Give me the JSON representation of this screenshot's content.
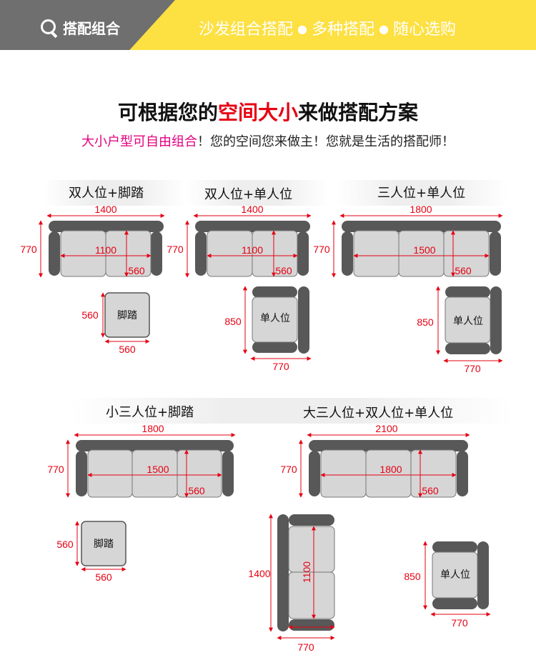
{
  "banner": {
    "left_title": "搭配组合",
    "slogan_1": "沙发组合搭配",
    "slogan_2": "多种搭配",
    "slogan_3": "随心选购",
    "colors": {
      "yellow": "#fde042",
      "gray": "#6f6f6f"
    }
  },
  "heading": {
    "title_part1": "可根据您的",
    "title_red": "空间大小",
    "title_part2": "来做搭配方案",
    "subtitle_pink": "大小户型可自由组合",
    "subtitle_rest": "！您的空间您来做主！您就是生活的搭配师！"
  },
  "combos": [
    {
      "title": "双人位+脚踏"
    },
    {
      "title": "双人位+单人位"
    },
    {
      "title": "三人位+单人位"
    },
    {
      "title": "小三人位+脚踏"
    },
    {
      "title": "大三人位+双人位+单人位"
    }
  ],
  "dims": {
    "w1400": "1400",
    "w1800": "1800",
    "w2100": "2100",
    "d770": "770",
    "d560": "560",
    "d850": "850",
    "s1100": "1100",
    "s1500": "1500",
    "s1800": "1800",
    "h1400": "1400"
  },
  "labels": {
    "footstool": "脚踏",
    "single_seat": "单人位"
  },
  "colors": {
    "arm": "#585858",
    "cushion": "#d6d6d6",
    "dimension": "#e60012"
  }
}
